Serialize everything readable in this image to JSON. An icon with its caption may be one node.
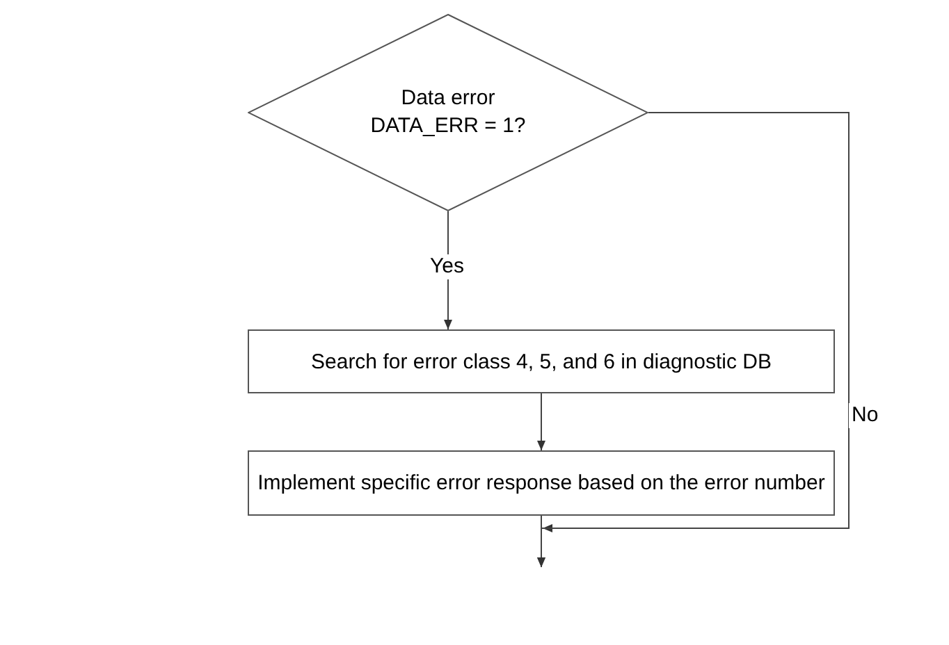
{
  "diagram": {
    "nodes": [
      {
        "text": [
          "Data error DATA_ERR = 1?"
        ]
      },
      {
        "text": [
          "Search for error class 4, 5, and 6 in diagnostic DB"
        ]
      },
      {
        "text": [
          "Implement specific error response based on the error number"
        ]
      }
    ],
    "edges": [
      {
        "from": 0,
        "to": 1,
        "arrow": "to",
        "label": "Yes"
      },
      {
        "from": 1,
        "to": 2,
        "arrow": "to"
      },
      {
        "from": 2,
        "to": null,
        "arrow": "to"
      },
      {
        "from": 0,
        "to": null,
        "arrow": "to",
        "label": "No"
      }
    ]
  }
}
